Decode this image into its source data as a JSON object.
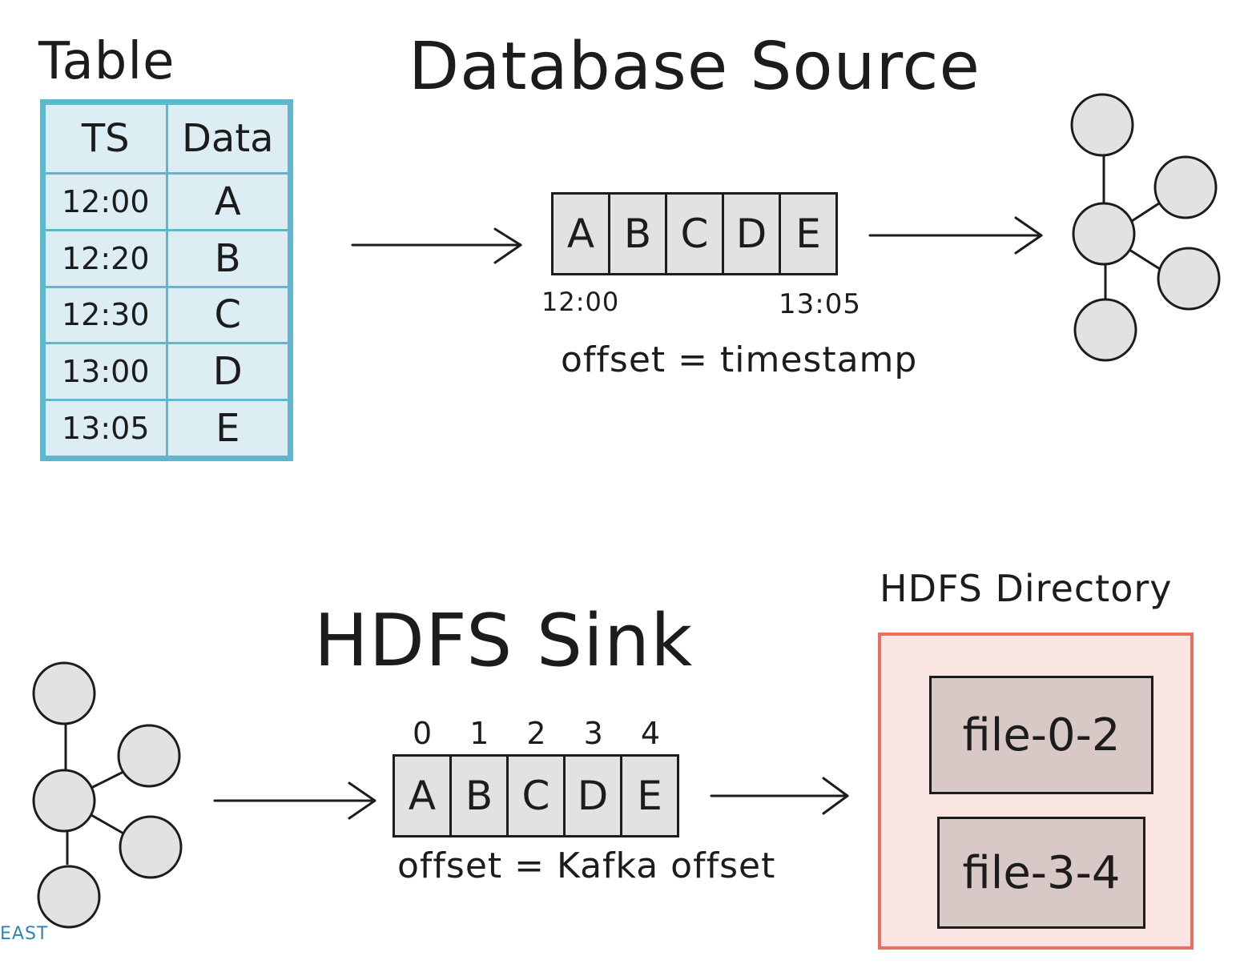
{
  "source": {
    "title": "Database Source",
    "table": {
      "label": "Table",
      "headers": [
        "TS",
        "Data"
      ],
      "rows": [
        {
          "ts": "12:00",
          "data": "A"
        },
        {
          "ts": "12:20",
          "data": "B"
        },
        {
          "ts": "12:30",
          "data": "C"
        },
        {
          "ts": "13:00",
          "data": "D"
        },
        {
          "ts": "13:05",
          "data": "E"
        }
      ]
    },
    "log": {
      "cells": [
        "A",
        "B",
        "C",
        "D",
        "E"
      ],
      "start_label": "12:00",
      "end_label": "13:05",
      "caption": "offset = timestamp"
    }
  },
  "sink": {
    "title": "HDFS Sink",
    "log": {
      "offsets": [
        "0",
        "1",
        "2",
        "3",
        "4"
      ],
      "cells": [
        "A",
        "B",
        "C",
        "D",
        "E"
      ],
      "caption": "offset = Kafka offset"
    },
    "directory": {
      "label": "HDFS Directory",
      "files": [
        "file-0-2",
        "file-3-4"
      ]
    }
  },
  "watermark": "EAST",
  "colors": {
    "table_border": "#5fb6cf",
    "table_fill": "#dcedf3",
    "directory_border": "#e8705c",
    "directory_fill": "#fae5e2",
    "node_fill": "#e2e2e2",
    "file_fill": "#d9c9c6"
  }
}
